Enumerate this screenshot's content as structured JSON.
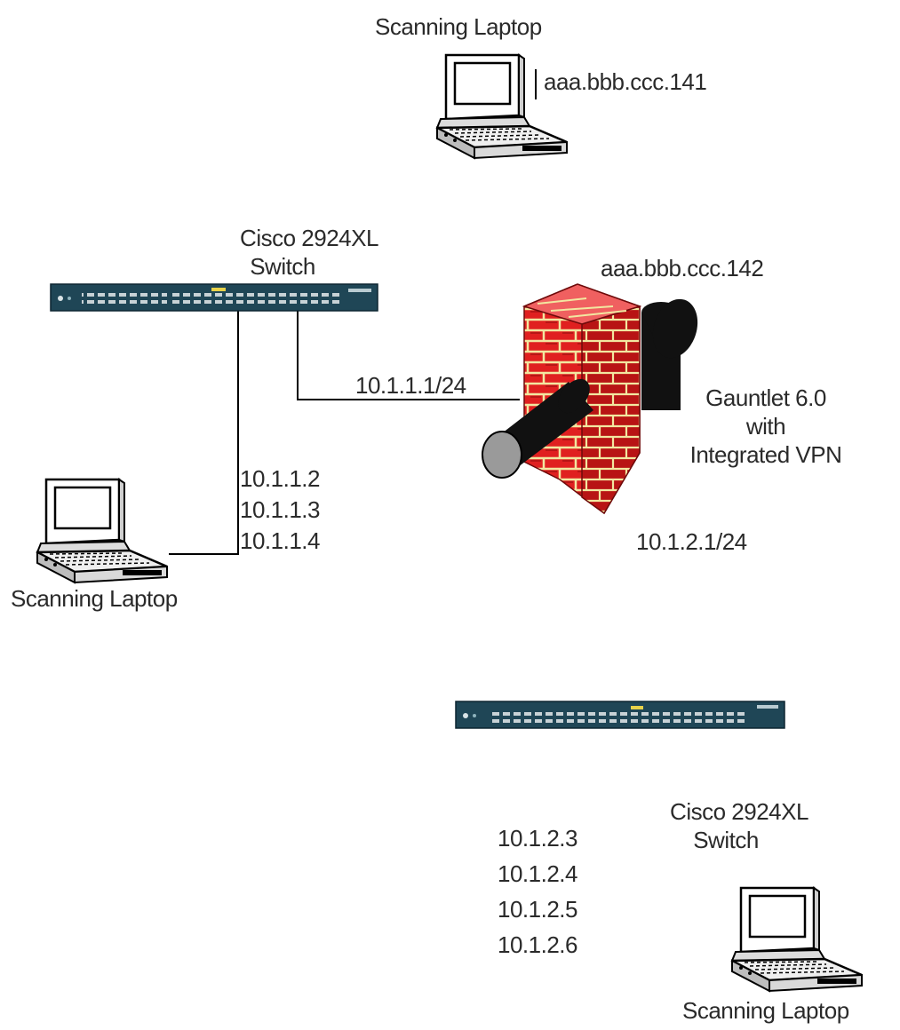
{
  "colors": {
    "background": "#ffffff",
    "line": "#000000",
    "switch_body": "#1f4656",
    "brick": "#e02020",
    "mortar": "#f2e7a0",
    "pipe": "#111111",
    "pipe_end": "#9a9a9a"
  },
  "top_laptop": {
    "title": "Scanning Laptop",
    "ip": "aaa.bbb.ccc.141"
  },
  "switch_1": {
    "label_line1": "Cisco 2924XL",
    "label_line2": "Switch"
  },
  "firewall": {
    "external_ip": "aaa.bbb.ccc.142",
    "internal_link_ip": "10.1.1.1/24",
    "product_line1": "Gauntlet 6.0",
    "product_line2": "with",
    "product_line3": "Integrated VPN",
    "second_net_ip": "10.1.2.1/24"
  },
  "left_laptop": {
    "title": "Scanning Laptop",
    "ips": [
      "10.1.1.2",
      "10.1.1.3",
      "10.1.1.4"
    ]
  },
  "switch_2": {
    "label_line1": "Cisco 2924XL",
    "label_line2": "Switch"
  },
  "bottom_laptop": {
    "title": "Scanning Laptop",
    "ips": [
      "10.1.2.3",
      "10.1.2.4",
      "10.1.2.5",
      "10.1.2.6"
    ]
  }
}
